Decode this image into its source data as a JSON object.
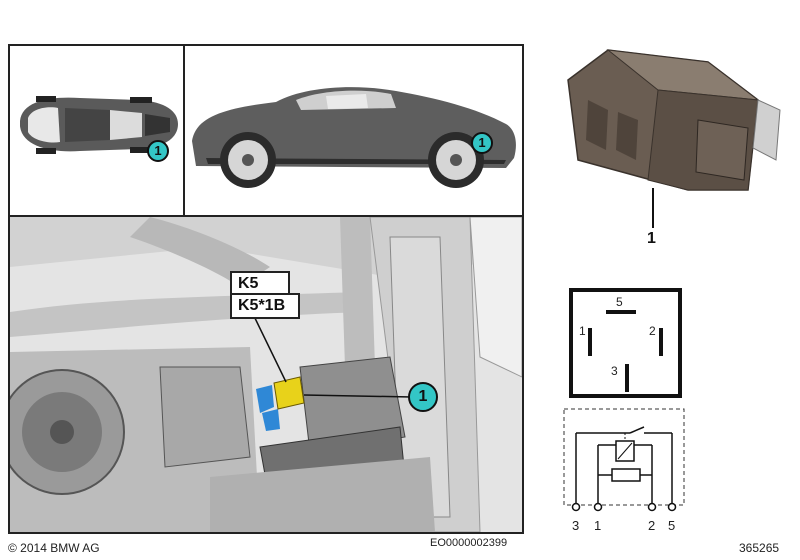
{
  "callouts": {
    "top_view": "1",
    "side_view": "1",
    "detail": "1"
  },
  "labels": {
    "relay_name": "K5",
    "relay_code": "K5*1B"
  },
  "relay_part_number": "1",
  "pinout": {
    "pin_top": "5",
    "pin_left": "1",
    "pin_right": "2",
    "pin_bottom": "3"
  },
  "circuit_terminals": [
    "3",
    "1",
    "2",
    "5"
  ],
  "footer": {
    "copyright": "© 2014 BMW AG",
    "drawing_code": "EO0000002399",
    "image_number": "365265"
  },
  "colors": {
    "callout": "#33c6c6",
    "relay": "#e8d21a",
    "relay_body": "#6a5d52"
  },
  "icons": {
    "callout": "numbered-callout-icon"
  }
}
